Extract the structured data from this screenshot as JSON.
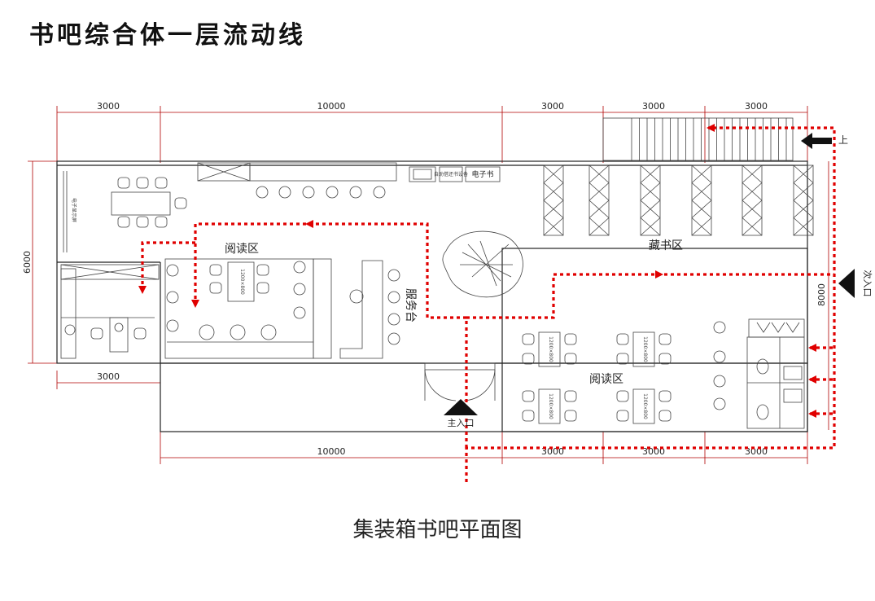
{
  "title": "书吧综合体一层流动线",
  "caption": "集装箱书吧平面图",
  "dimensions": {
    "top": [
      "3000",
      "10000",
      "3000",
      "3000",
      "3000"
    ],
    "bottom": [
      "10000",
      "3000",
      "3000",
      "3000"
    ],
    "left_mid": "3000",
    "left_height": "6000",
    "right_height": "8000"
  },
  "zones": {
    "reading_left": "阅读区",
    "service_desk": "服务台",
    "stacks": "藏书区",
    "reading_right": "阅读区"
  },
  "labels": {
    "up": "上",
    "main_entrance": "主入口",
    "side_entrance": "次入口",
    "ebook": "电子书",
    "self_service": "自助借还书设备",
    "table_size": "1200×800",
    "wall_screen": "电子显示屏"
  },
  "colors": {
    "flow": "#e00000",
    "walls": "#222222",
    "dimension_lines": "#b00000"
  }
}
